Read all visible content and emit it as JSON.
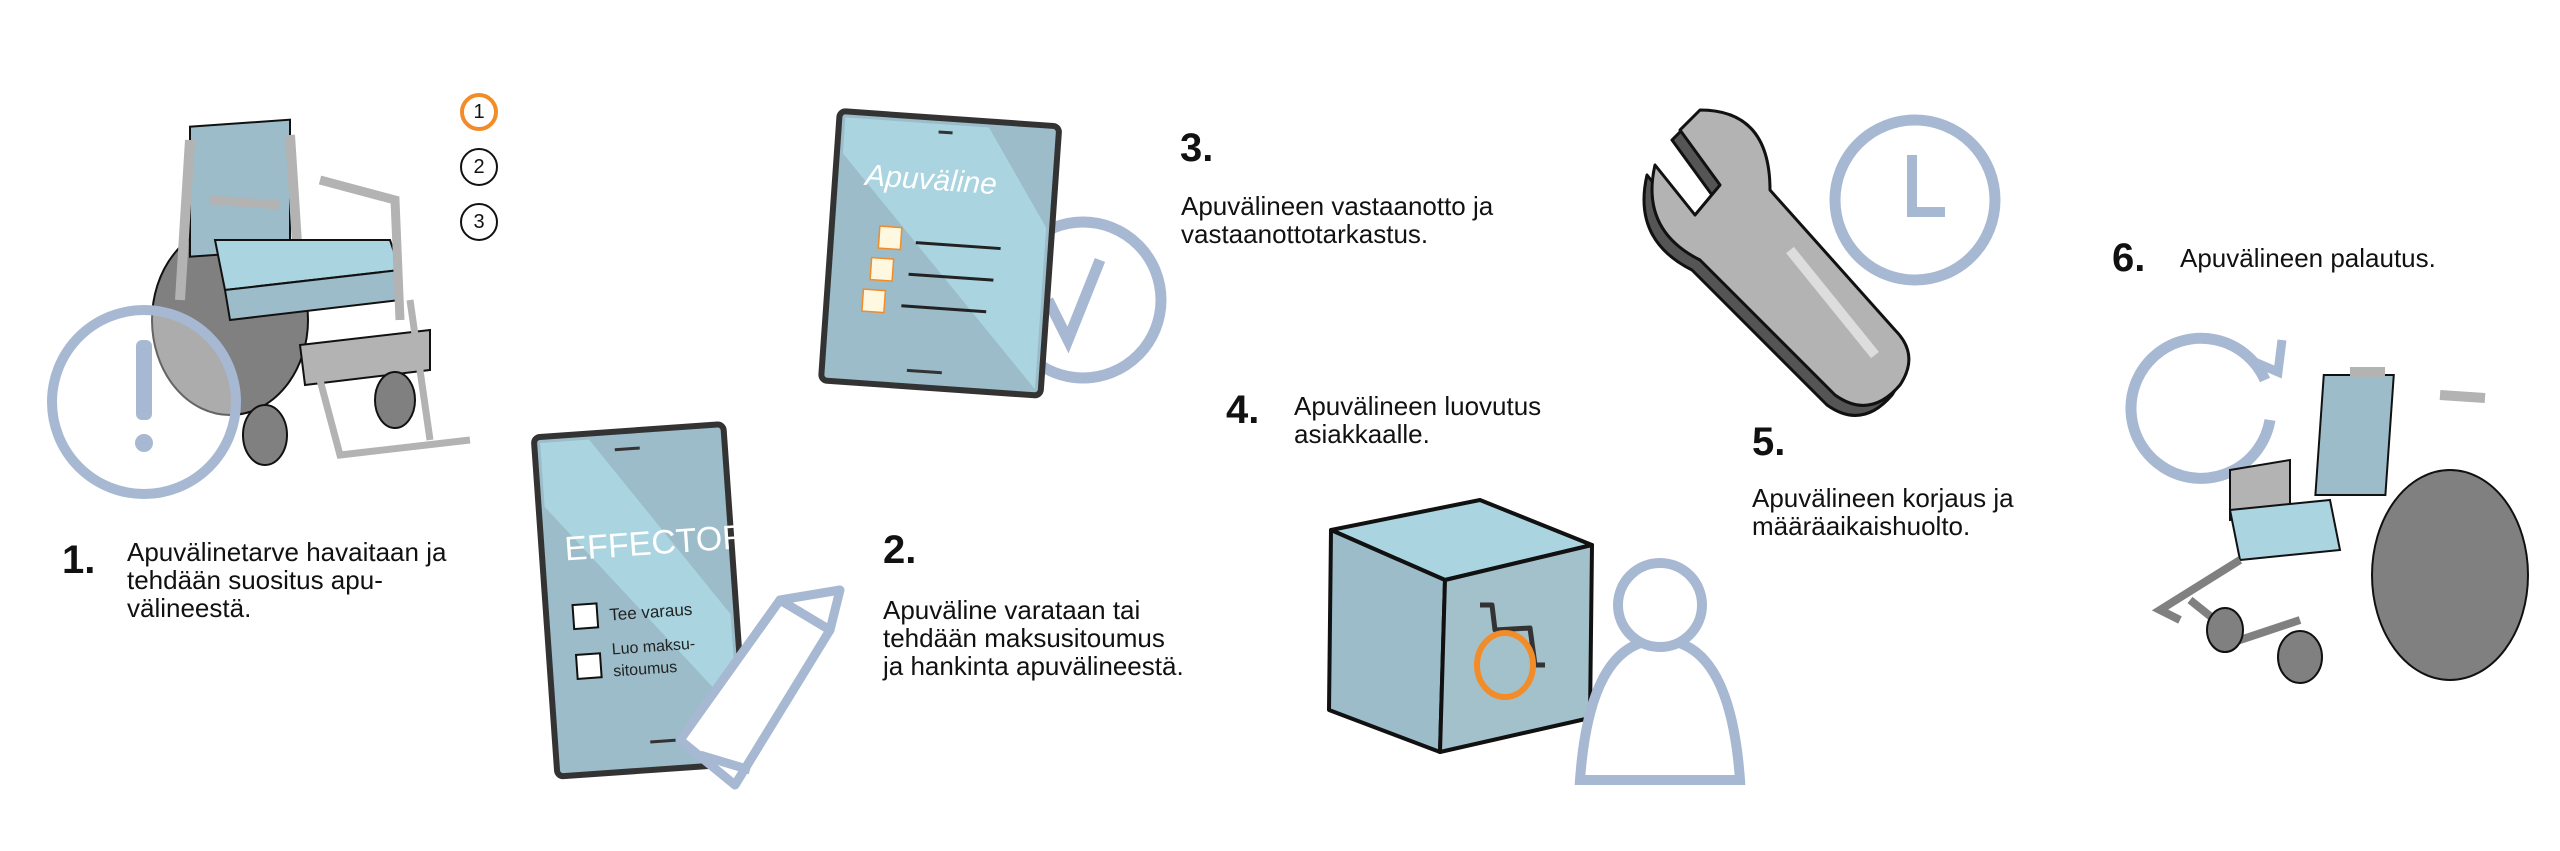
{
  "colors": {
    "accent": "#f28c28",
    "outline_blue": "#a7b8d3",
    "light_blue": "#a9d4e0",
    "mid_blue": "#9bbcc8",
    "gray": "#b3b3b3",
    "dark_gray": "#808080"
  },
  "step_badges": [
    {
      "label": "1",
      "active": true
    },
    {
      "label": "2",
      "active": false
    },
    {
      "label": "3",
      "active": false
    }
  ],
  "steps": [
    {
      "number": "1.",
      "text": "Apuvälinetarve havaitaan ja\ntehdään suositus apu-\nvälineestä.",
      "icon": "wheelchair-warning-icon"
    },
    {
      "number": "2.",
      "text": "Apuväline varataan tai\ntehdään maksusitoumus\nja hankinta apuvälineestä.",
      "icon": "phone-pencil-icon"
    },
    {
      "number": "3.",
      "text": "Apuvälineen vastaanotto ja\nvastaanottotarkastus.",
      "icon": "phone-checkmark-icon"
    },
    {
      "number": "4.",
      "text": "Apuvälineen luovutus\nasiakkaalle.",
      "icon": "box-person-icon"
    },
    {
      "number": "5.",
      "text": "Apuvälineen korjaus ja\nmääräaikaishuolto.",
      "icon": "wrench-clock-icon"
    },
    {
      "number": "6.",
      "text": "Apuvälineen palautus.",
      "icon": "wheelchair-return-icon"
    }
  ],
  "phone_effector": {
    "brand": "EFFECTOR",
    "option1": "Tee varaus",
    "option2_line1": "Luo maksu-",
    "option2_line2": "sitoumus"
  },
  "phone_apuvaline": {
    "title": "Apuväline"
  }
}
